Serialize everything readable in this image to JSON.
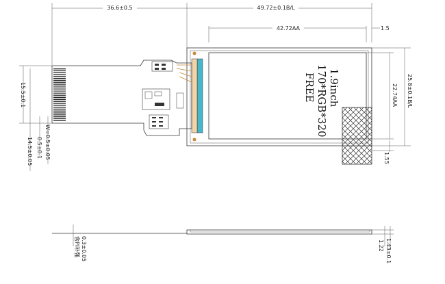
{
  "dimensions": {
    "fpc_length": "36.6±0.5",
    "outline_width": "49.72±0.1B/L",
    "active_area_width": "42.72AA",
    "edge_right": "1.5",
    "outline_height": "25.8±0.1B/L",
    "active_area_height": "22.74AA",
    "edge_bottom": "1.55",
    "connector_width": "15.5±0.1",
    "pitch_w": "W=0.5±0.05",
    "pitch_p": "0.5±0.1",
    "pins_total": "14.5±0.05",
    "side_total": "1.43±0.1",
    "side_glass": "1.22",
    "fpc_thickness": "0.3±0.05",
    "stiffener_note": "含PI补强"
  },
  "panel_label": {
    "line1": "1.9inch",
    "line2": "170*RGB*320",
    "line3": "FREE"
  },
  "colors": {
    "connector": "#4ab7c9",
    "fpc_trace": "#c98a3a"
  }
}
